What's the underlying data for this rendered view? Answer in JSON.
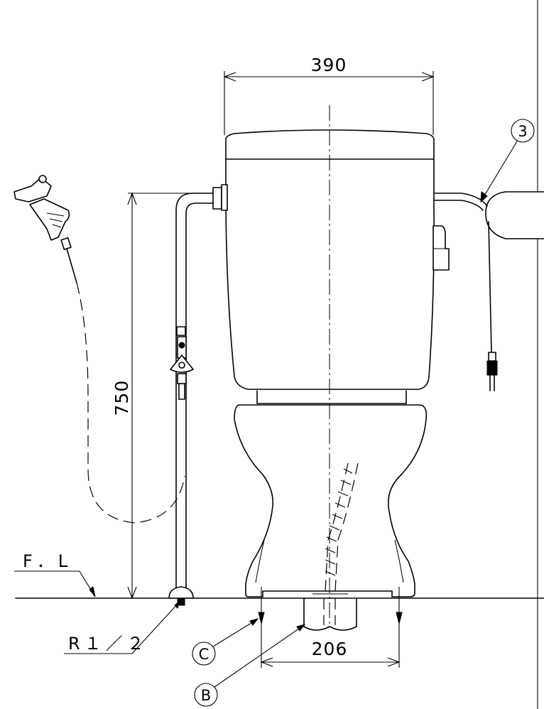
{
  "dimensions": {
    "tank_width": "390",
    "height": "750",
    "pipe_spacing": "206"
  },
  "labels": {
    "floor_line": "F．L",
    "supply_thread": "R１／２"
  },
  "callouts": {
    "power_cord": "3",
    "drain": "B",
    "anchor": "C"
  }
}
